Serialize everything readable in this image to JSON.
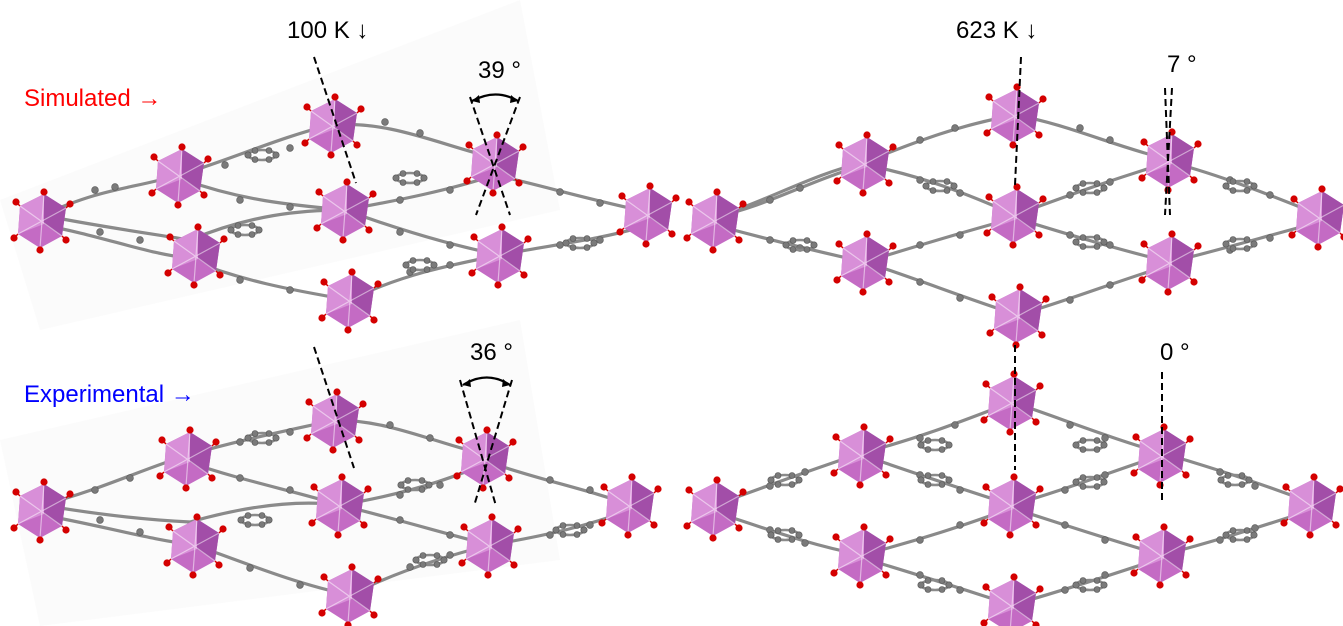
{
  "labels": {
    "temp_low": "100 K ↓",
    "temp_high": "623 K ↓",
    "simulated": "Simulated →",
    "experimental": "Experimental →",
    "angle_sim_low": "39 °",
    "angle_exp_low": "36 °",
    "angle_sim_high": "7 °",
    "angle_exp_high": "0 °"
  },
  "colors": {
    "simulated_label": "#ff0000",
    "experimental_label": "#0000ff",
    "octahedron": "#c46bc4",
    "oxygen": "#d40000",
    "carbon": "#7a7a7a"
  }
}
